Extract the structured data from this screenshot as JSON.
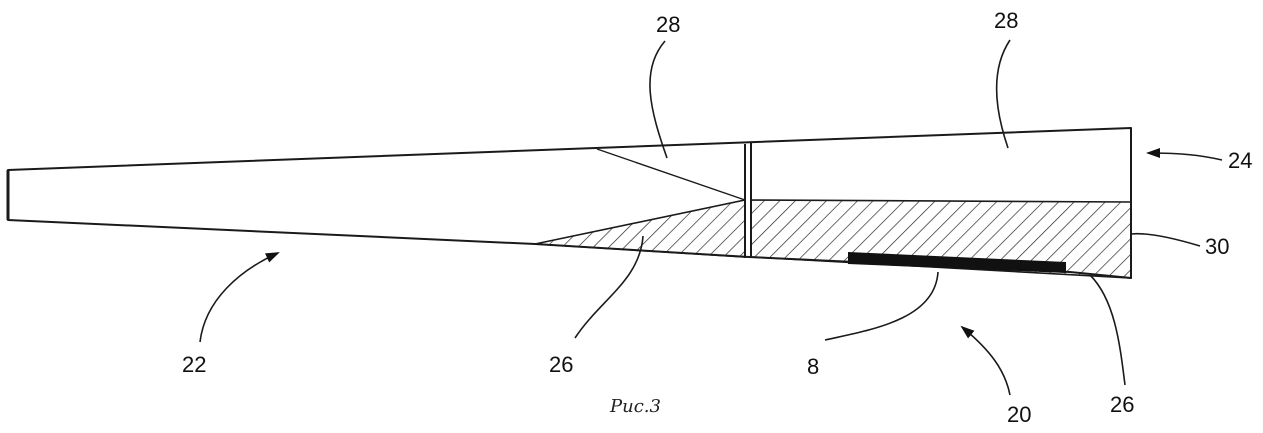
{
  "figure": {
    "caption": "Рис.3",
    "labels": {
      "ref_22": "22",
      "ref_26_left": "26",
      "ref_26_right": "26",
      "ref_28_left": "28",
      "ref_28_right": "28",
      "ref_24": "24",
      "ref_30": "30",
      "ref_8": "8",
      "ref_20": "20"
    }
  }
}
